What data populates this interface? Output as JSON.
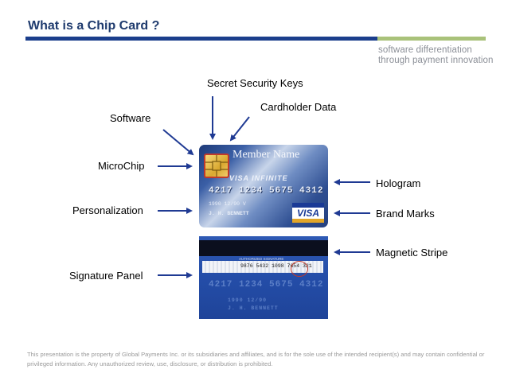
{
  "header": {
    "title": "What is a Chip Card ?",
    "tagline_line1": "software differentiation",
    "tagline_line2": "through payment innovation"
  },
  "labels": {
    "secret_security_keys": "Secret Security Keys",
    "cardholder_data": "Cardholder Data",
    "software": "Software",
    "microchip": "MicroChip",
    "personalization": "Personalization",
    "signature_panel": "Signature Panel",
    "hologram": "Hologram",
    "brand_marks": "Brand Marks",
    "magnetic_stripe": "Magnetic Stripe"
  },
  "card_front": {
    "member_name": "Member Name",
    "brand_text": "VISA INFINITE",
    "number": "4217 1234 5675 4312",
    "dates": "1990      12/90  V",
    "holder": "J. H. BENNETT",
    "logo": "VISA"
  },
  "card_back": {
    "signature_header": "AUTHORIZED SIGNATURE",
    "signature_number": "9876 5432 1098 7654 321",
    "ghost_number": "4217 1234 5675 4312",
    "ghost_line2": "1990   12/90",
    "ghost_line3": "J. H. BENNETT"
  },
  "footer": {
    "disclaimer": "This presentation is the property of Global Payments Inc. or its subsidiaries and affiliates, and is for the sole use of the intended recipient(s) and may contain confidential or privileged information. Any unauthorized review, use, disclosure, or distribution is prohibited."
  },
  "colors": {
    "title": "#1f3b6e",
    "rule_blue": "#1b3e8c",
    "rule_green": "#a9c27a",
    "arrow": "#1f3a93",
    "highlight_red": "#c0392b"
  }
}
